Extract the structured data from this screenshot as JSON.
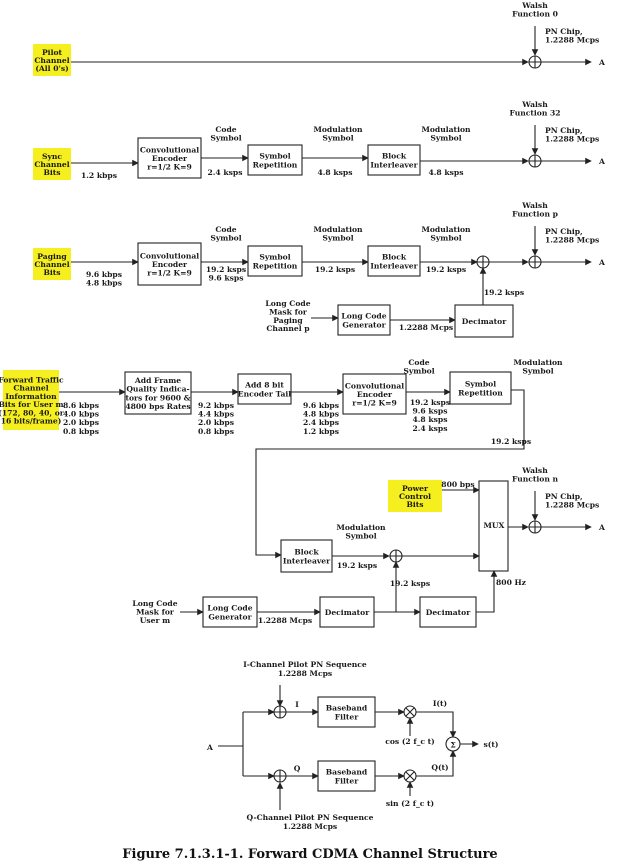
{
  "caption": "Figure 7.1.3.1-1.  Forward CDMA Channel Structure",
  "channel_names": {
    "pilot": [
      "Pilot",
      "Channel",
      "(All 0's)"
    ],
    "sync": [
      "Sync",
      "Channel",
      "Bits"
    ],
    "paging": [
      "Paging",
      "Channel",
      "Bits"
    ],
    "traffic": [
      "Forward Traffic",
      "Channel",
      "Information",
      "Bits for User m",
      "(172, 80, 40, or",
      "16 bits/frame)"
    ],
    "power_control": [
      "Power",
      "Control",
      "Bits"
    ]
  },
  "block_labels": {
    "conv_encoder": [
      "Convolutional",
      "Encoder",
      "r=1/2 K=9"
    ],
    "symbol_repetition": [
      "Symbol",
      "Repetition"
    ],
    "block_interleaver": [
      "Block",
      "Interleaver"
    ],
    "long_code_generator": [
      "Long Code",
      "Generator"
    ],
    "decimator": "Decimator",
    "frame_quality": [
      "Add Frame",
      "Quality Indica-",
      "tors for 9600 &",
      "4800 bps Rates"
    ],
    "encoder_tail": [
      "Add 8 bit",
      "Encoder Tail"
    ],
    "mux": "MUX",
    "baseband_filter": [
      "Baseband",
      "Filter"
    ]
  },
  "walsh": {
    "pilot": [
      "Walsh",
      "Function 0"
    ],
    "sync": [
      "Walsh",
      "Function 32"
    ],
    "paging": [
      "Walsh",
      "Function p"
    ],
    "traffic": [
      "Walsh",
      "Function n"
    ]
  },
  "pn_chip": [
    "PN Chip,",
    "1.2288 Mcps"
  ],
  "output_a": "A",
  "code_symbol": [
    "Code",
    "Symbol"
  ],
  "modulation_symbol": [
    "Modulation",
    "Symbol"
  ],
  "rates": {
    "sync_in": "1.2 kbps",
    "sync_code": "2.4 ksps",
    "sync_mod1": "4.8 ksps",
    "sync_mod2": "4.8 ksps",
    "paging_in": [
      "9.6 kbps",
      "4.8 kbps"
    ],
    "paging_code": [
      "19.2 ksps",
      "9.6 ksps"
    ],
    "paging_mod1": "19.2 ksps",
    "paging_mod2": "19.2 ksps",
    "paging_scramble": "19.2 ksps",
    "paging_lc": "1.2288 Mcps",
    "traffic_in": [
      "8.6 kbps",
      "4.0 kbps",
      "2.0 kbps",
      "0.8 kbps"
    ],
    "traffic_fq": [
      "9.2 kbps",
      "4.4 kbps",
      "2.0 kbps",
      "0.8 kbps"
    ],
    "traffic_tail": [
      "9.6 kbps",
      "4.8 kbps",
      "2.4 kbps",
      "1.2 kbps"
    ],
    "traffic_code": [
      "19.2 ksps",
      "9.6 ksps",
      "4.8 ksps",
      "2.4 ksps"
    ],
    "traffic_rep": "19.2 ksps",
    "traffic_int": "19.2 ksps",
    "traffic_scramble": "19.2 ksps",
    "traffic_lc": "1.2288 Mcps",
    "power_bps": "800 bps",
    "mux_hz": "800 Hz"
  },
  "long_code_paging": [
    "Long Code",
    "Mask for",
    "Paging",
    "Channel  p"
  ],
  "long_code_user": [
    "Long Code",
    "Mask for",
    "User m"
  ],
  "quadrature": {
    "i_pn": [
      "I-Channel Pilot PN Sequence",
      "1.2288 Mcps"
    ],
    "q_pn": [
      "Q-Channel Pilot PN Sequence",
      "1.2288 Mcps"
    ],
    "input": "A",
    "i_label": "I",
    "q_label": "Q",
    "cos": "cos (2  f_c t)",
    "sin": "sin (2  f_c t)",
    "it": "I(t)",
    "qt": "Q(t)",
    "st": "s(t)",
    "sigma": "Σ"
  }
}
